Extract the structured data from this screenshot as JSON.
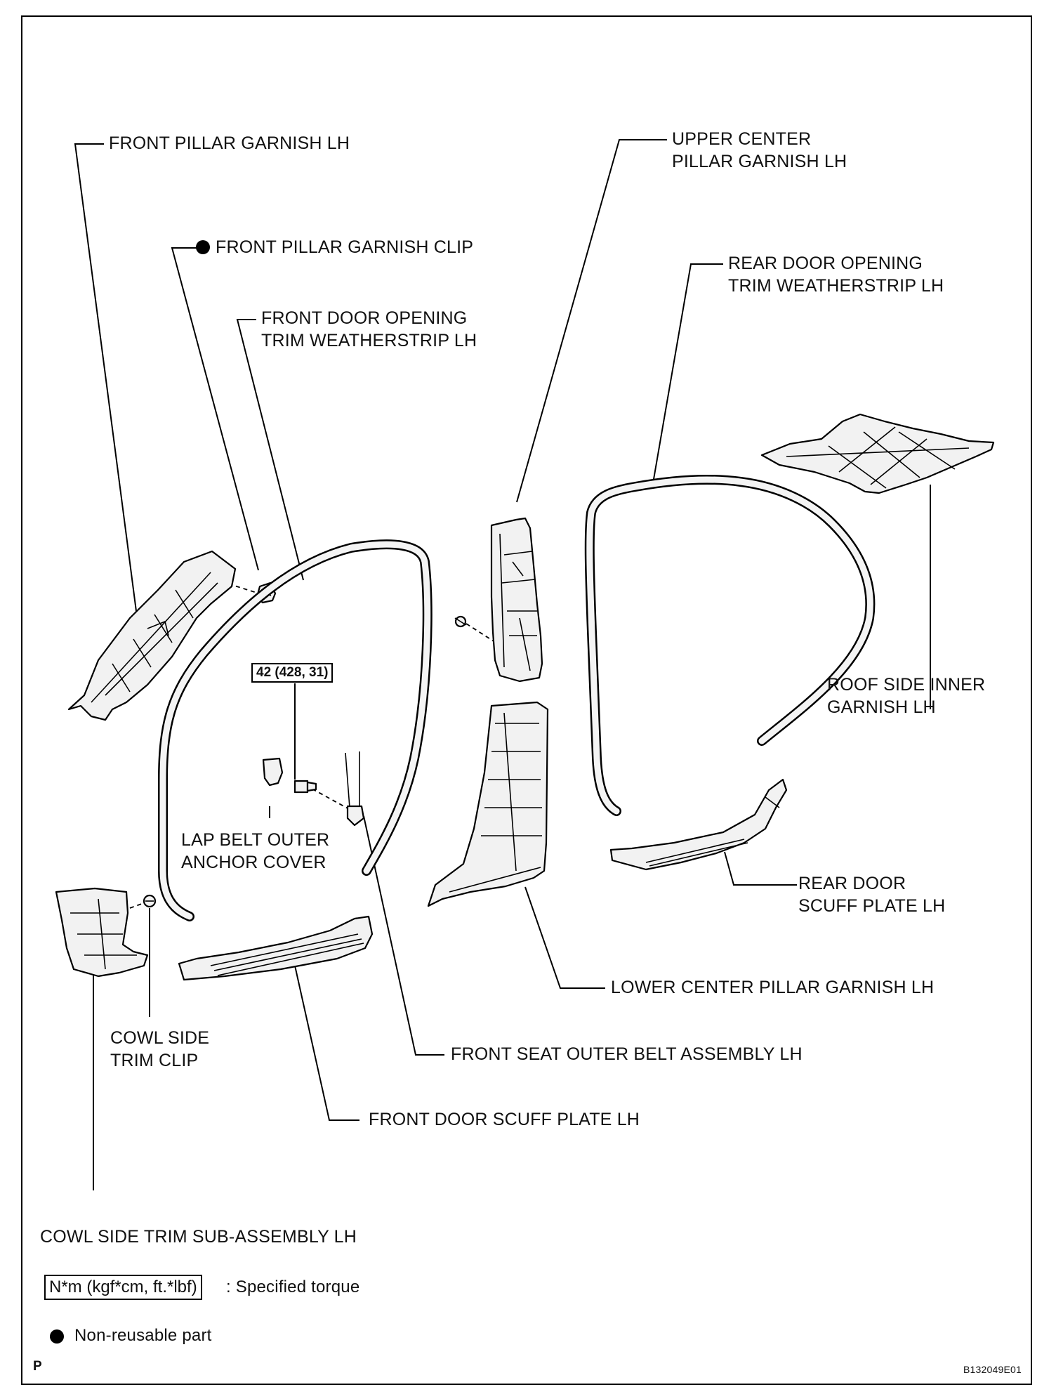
{
  "labels": {
    "front_pillar_garnish": "FRONT PILLAR GARNISH LH",
    "front_pillar_garnish_clip": "FRONT PILLAR GARNISH CLIP",
    "front_door_weatherstrip_l1": "FRONT DOOR OPENING",
    "front_door_weatherstrip_l2": "TRIM WEATHERSTRIP LH",
    "upper_center_pillar_l1": "UPPER CENTER",
    "upper_center_pillar_l2": "PILLAR GARNISH LH",
    "rear_door_weatherstrip_l1": "REAR DOOR OPENING",
    "rear_door_weatherstrip_l2": "TRIM WEATHERSTRIP LH",
    "roof_side_inner_l1": "ROOF SIDE INNER",
    "roof_side_inner_l2": "GARNISH LH",
    "lap_belt_cover_l1": "LAP BELT OUTER",
    "lap_belt_cover_l2": "ANCHOR COVER",
    "rear_door_scuff_l1": "REAR DOOR",
    "rear_door_scuff_l2": "SCUFF PLATE LH",
    "lower_center_pillar": "LOWER CENTER PILLAR GARNISH LH",
    "cowl_side_clip_l1": "COWL SIDE",
    "cowl_side_clip_l2": "TRIM CLIP",
    "front_seat_belt": "FRONT SEAT OUTER BELT ASSEMBLY LH",
    "front_door_scuff": "FRONT DOOR SCUFF PLATE LH",
    "cowl_side_trim": "COWL SIDE TRIM SUB-ASSEMBLY LH"
  },
  "torque": "42 (428, 31)",
  "legend": {
    "torque_unit": "N*m (kgf*cm, ft.*lbf)",
    "torque_desc": ": Specified torque",
    "non_reusable": "Non-reusable part"
  },
  "footer": {
    "page_letter": "P",
    "figure_id": "B132049E01"
  }
}
